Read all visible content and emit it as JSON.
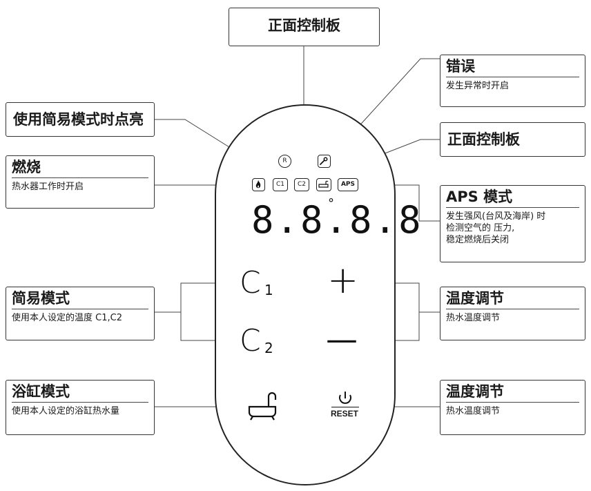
{
  "top_label": "正面控制板",
  "callouts": {
    "simple_light": {
      "title": "使用简易模式时点亮"
    },
    "burn": {
      "title": "燃烧",
      "desc": "热水器工作时开启"
    },
    "simple_mode": {
      "title": "简易模式",
      "desc": "使用本人设定的温度 C1,C2"
    },
    "bath_mode": {
      "title": "浴缸模式",
      "desc": "使用本人设定的浴缸热水量"
    },
    "error": {
      "title": "错误",
      "desc": "发生异常时开启"
    },
    "front_panel_right": {
      "title": "正面控制板"
    },
    "aps": {
      "title": "APS 模式",
      "desc_lines": [
        "发生强风(台风及海岸) 时",
        "检测空气的 压力,",
        "稳定燃烧后关闭"
      ]
    },
    "temp_adjust_1": {
      "title": "温度调节",
      "desc": "热水温度调节"
    },
    "temp_adjust_2": {
      "title": "温度调节",
      "desc": "热水温度调节"
    }
  },
  "panel": {
    "indicators": {
      "r": "R",
      "c1": "C1",
      "c2": "C2",
      "aps": "APS"
    },
    "display": "8.8.8.8",
    "degree": "°",
    "buttons": {
      "c1": {
        "letter": "C",
        "sub": "1"
      },
      "c2": {
        "letter": "C",
        "sub": "2"
      },
      "plus": "+",
      "minus": "—",
      "reset": "RESET"
    }
  },
  "icons": [
    "flame-icon",
    "wrench-icon",
    "bathtub-icon",
    "power-icon",
    "r-icon"
  ]
}
